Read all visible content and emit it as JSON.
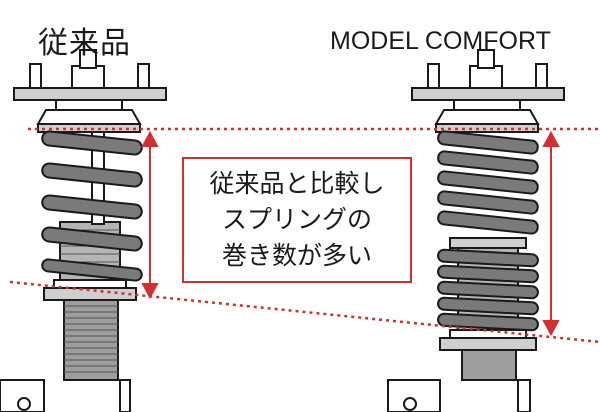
{
  "labels": {
    "conventional": "従来品",
    "model": "MODEL COMFORT"
  },
  "callout": {
    "lines": [
      "従来品と比較し",
      "スプリングの",
      "巻き数が多い"
    ]
  },
  "colors": {
    "accent_red": "#d32f2f",
    "spring_gray": "#7a7a7a",
    "outline": "#1a1a1a",
    "body_gray": "#cfcfcf"
  }
}
